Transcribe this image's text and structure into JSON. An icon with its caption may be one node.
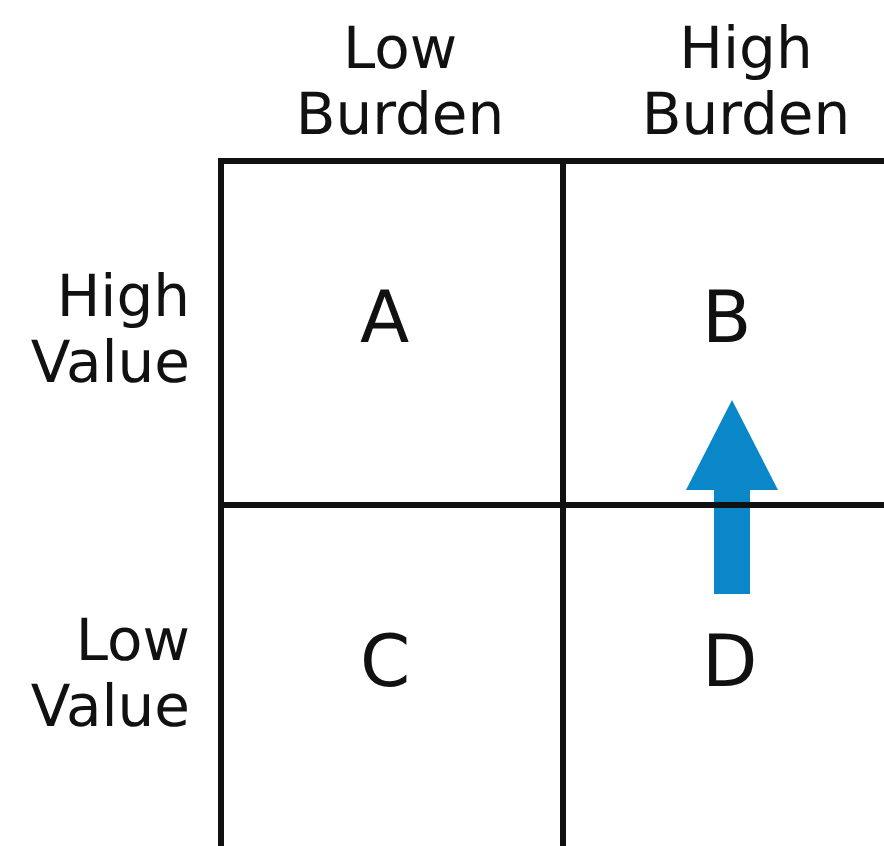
{
  "diagram": {
    "nodes": [
      {
        "text": [
          "A"
        ]
      },
      {
        "text": [
          "B"
        ]
      },
      {
        "text": [
          "C"
        ]
      },
      {
        "text": [
          "D"
        ]
      }
    ],
    "edges": [
      {
        "from": 3,
        "to": 1,
        "arrow": "to",
        "color": "#0a87c9"
      }
    ],
    "labels": [
      "Low Burden",
      "High Burden",
      "High Value",
      "Low Value"
    ]
  }
}
